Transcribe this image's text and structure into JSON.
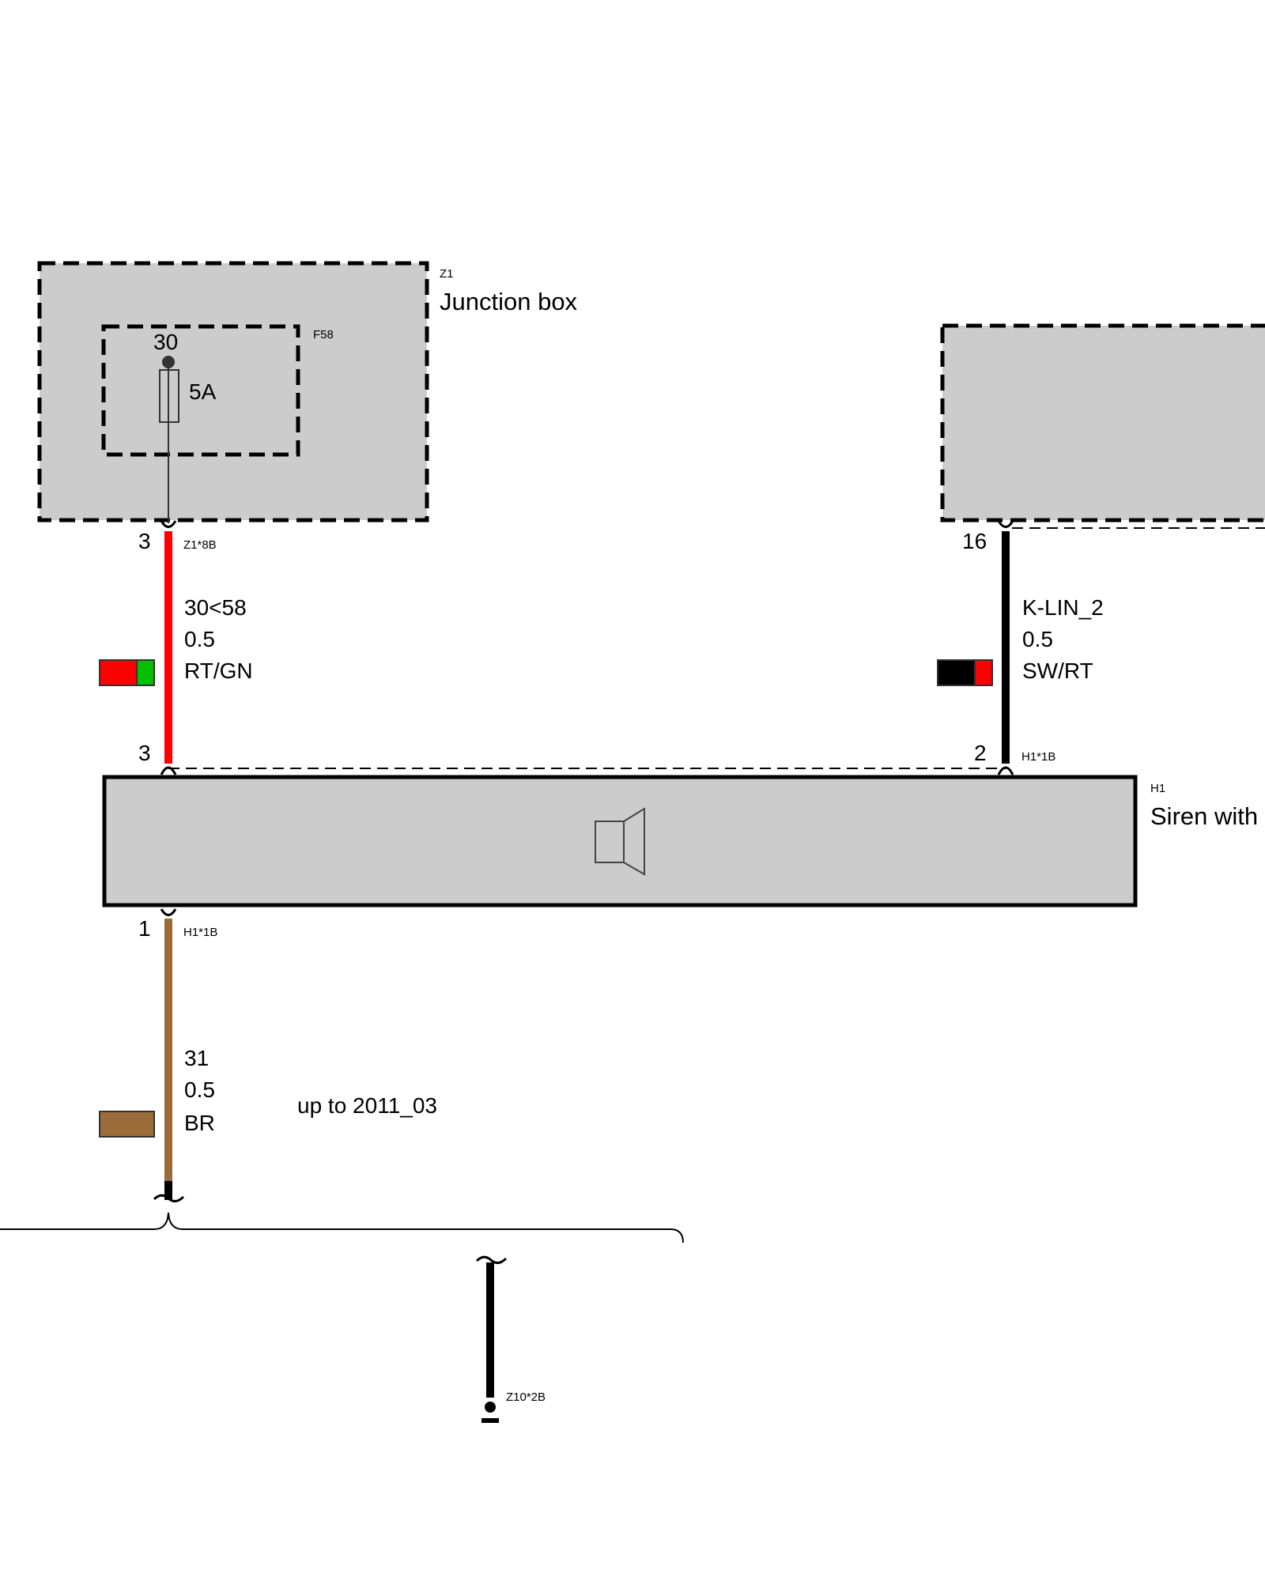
{
  "junction_box": {
    "id": "Z1",
    "name": "Junction box",
    "fuse": {
      "id": "F58",
      "terminal": "30",
      "rating": "5A"
    },
    "connector": "Z1*8B",
    "pin": "3"
  },
  "right_module": {
    "pin": "16"
  },
  "wires": {
    "power": {
      "circuit": "30<58",
      "gauge": "0.5",
      "color_code": "RT/GN",
      "colors": [
        "#ff0000",
        "#00c000"
      ]
    },
    "lin": {
      "circuit": "K-LIN_2",
      "gauge": "0.5",
      "color_code": "SW/RT",
      "colors": [
        "#000000",
        "#ff0000"
      ]
    },
    "ground": {
      "circuit": "31",
      "gauge": "0.5",
      "color_code": "BR",
      "colors": [
        "#9c6b3a"
      ],
      "note": "up to 2011_03"
    }
  },
  "siren": {
    "id": "H1",
    "name": "Siren with",
    "pin_power": "3",
    "pin_lin": "2",
    "pin_ground": "1",
    "connector_top": "H1*1B",
    "connector_bottom": "H1*1B"
  },
  "ground_point": {
    "connector": "Z10*2B"
  },
  "colors": {
    "component_fill": "#cccccc",
    "line": "#000000"
  }
}
